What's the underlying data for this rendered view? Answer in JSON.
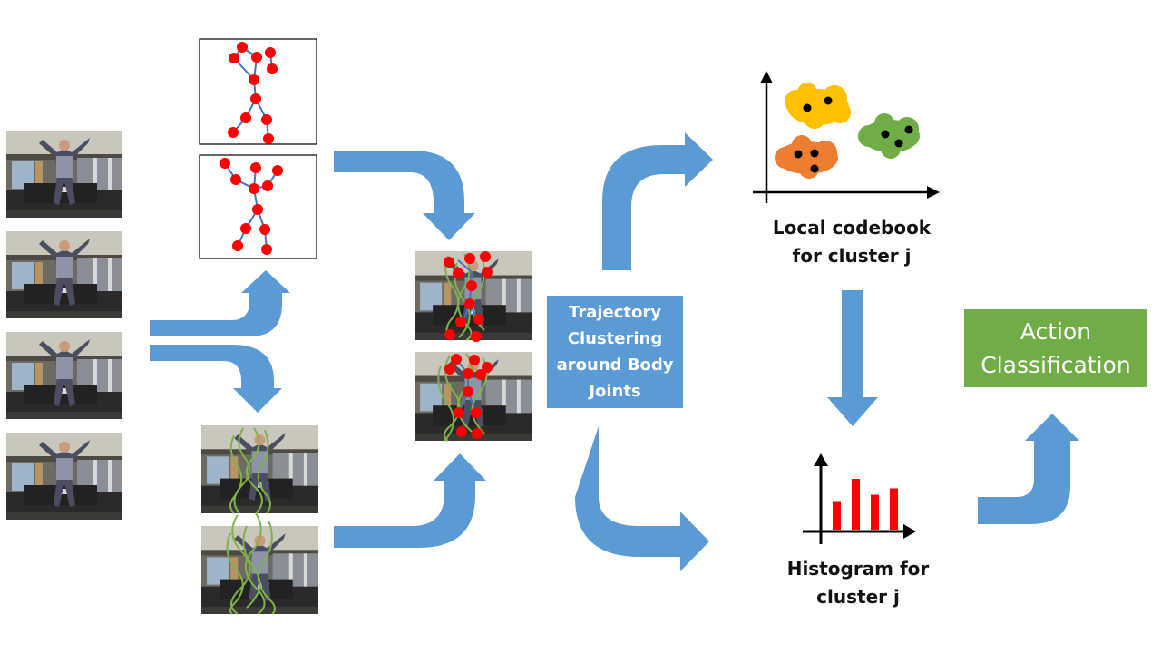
{
  "labels": {
    "trajectory_box": "Trajectory\nClustering\naround Body\nJoints",
    "action_box": "Action\nClassification",
    "codebook_caption": "Local codebook\nfor cluster j",
    "histogram_caption": "Histogram for\ncluster j"
  },
  "colors": {
    "arrow": "#5B9BD5",
    "trajectory_box": "#5B9BD5",
    "action_box": "#70AD47",
    "joint": "#FF0000",
    "bone": "#4472C4",
    "trajectory": "#7FB24A",
    "codebook_yellow": "#FFC000",
    "codebook_orange": "#ED7D31",
    "codebook_green": "#70AD47",
    "histogram_bar": "#FF0000"
  },
  "histogram": {
    "values": [
      0.45,
      0.8,
      0.55,
      0.65
    ]
  }
}
